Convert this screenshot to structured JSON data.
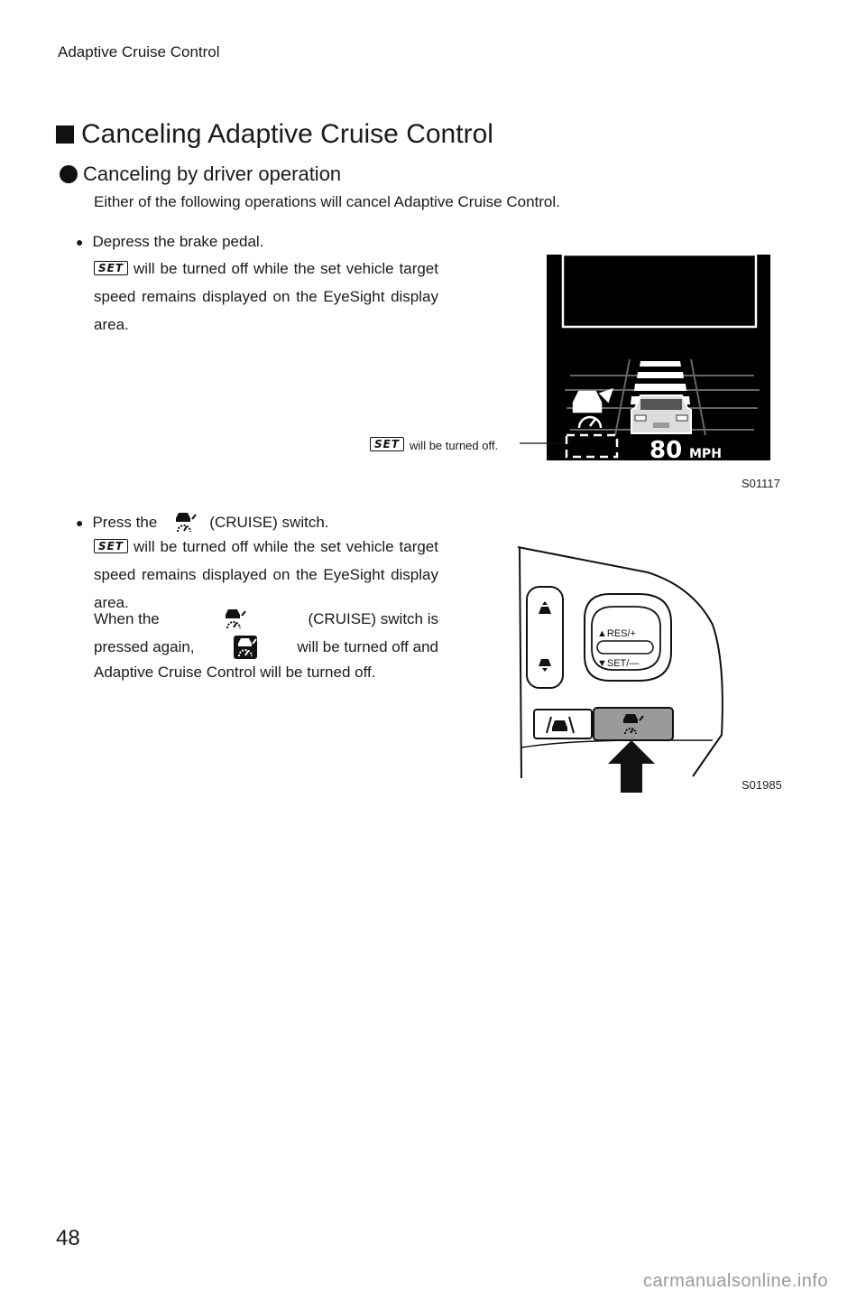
{
  "page": {
    "running_head": "Adaptive Cruise Control",
    "page_number": "48",
    "watermark": "carmanualsonline.info"
  },
  "section": {
    "title": "Canceling Adaptive Cruise Control",
    "subtitle": "Canceling by driver operation",
    "intro": "Either of the following operations will cancel Adaptive Cruise Control."
  },
  "bullet1": {
    "text": "Depress the brake pedal.",
    "desc_badge": "SET",
    "desc": "will be turned off while the set vehicle target speed remains displayed on the EyeSight display area."
  },
  "bullet2": {
    "text_pre": "Press the",
    "text_post": "(CRUISE) switch.",
    "desc_badge": "SET",
    "desc": "will be turned off while the set vehicle target speed remains displayed on the EyeSight display area.",
    "when_pre": "When the",
    "when_post": "(CRUISE) switch is",
    "pressed_pre": "pressed again,",
    "pressed_post": "will be turned off and",
    "last": "Adaptive Cruise Control will be turned off."
  },
  "figure1": {
    "callout_badge": "SET",
    "callout_text": "will be turned off.",
    "speed_value": "80",
    "speed_unit": "MPH",
    "code": "S01117"
  },
  "figure2": {
    "res_label": "▲RES/+",
    "set_label": "▼SET/—",
    "code": "S01985"
  },
  "icons": {
    "cruise": "cruise-switch-icon",
    "cruise_indicator": "cruise-indicator-icon",
    "distance": "distance-icon",
    "lane": "lane-icon"
  }
}
